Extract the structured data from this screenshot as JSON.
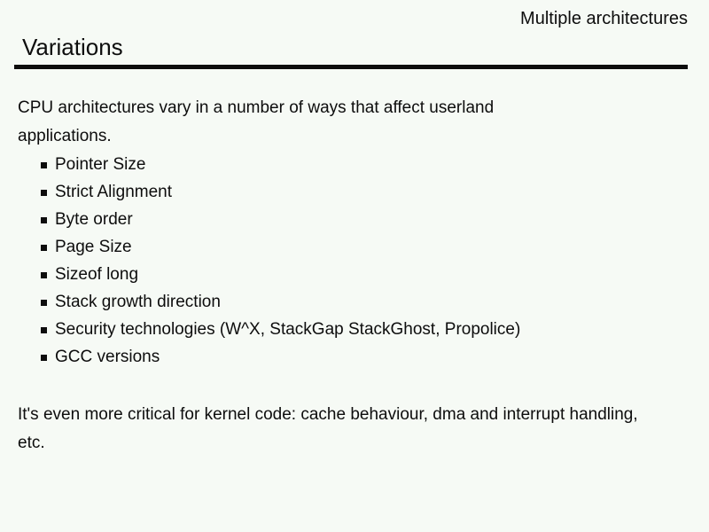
{
  "slide": {
    "header_label": "Multiple architectures",
    "title": "Variations",
    "intro": "CPU architectures vary in a number of ways that affect userland applications.",
    "bullets": [
      "Pointer Size",
      "Strict Alignment",
      "Byte order",
      "Page Size",
      "Sizeof long",
      "Stack growth direction",
      "Security technologies (W^X, StackGap StackGhost, Propolice)",
      "GCC versions"
    ],
    "closing": "It's even more critical for kernel code: cache behaviour, dma and interrupt handling, etc."
  },
  "colors": {
    "background": "#f6faf5",
    "text": "#0d0d0d",
    "rule": "#0d0d0d"
  }
}
